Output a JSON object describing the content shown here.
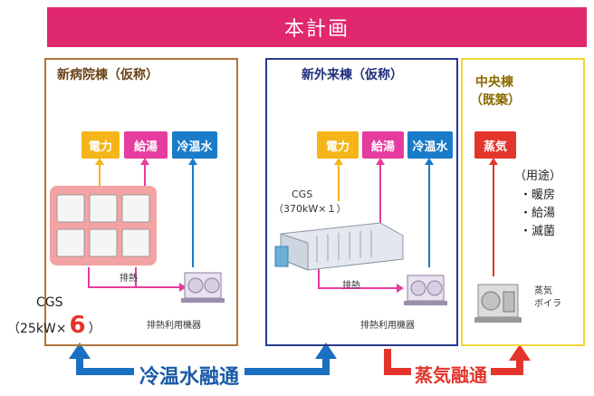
{
  "banner": {
    "title": "本計画"
  },
  "panels": {
    "new_hospital": {
      "title": "新病院棟（仮称）",
      "tags": [
        "電力",
        "給湯",
        "冷温水"
      ],
      "exhaust_label": "排熱",
      "equipment_label": "排熱利用機器",
      "cgs_prefix": "CGS",
      "cgs_spec": "（25kW×",
      "cgs_count": "6",
      "cgs_close": "）"
    },
    "new_outpatient": {
      "title": "新外来棟（仮称）",
      "tags": [
        "電力",
        "給湯",
        "冷温水"
      ],
      "cgs_label": "CGS",
      "cgs_spec": "（370kW×１）",
      "exhaust_label": "排熱",
      "equipment_label": "排熱利用機器"
    },
    "central": {
      "title_line1": "中央棟",
      "title_line2": "（既築）",
      "tag": "蒸気",
      "uses_title": "（用途）",
      "uses": [
        "・暖房",
        "・給湯",
        "・滅菌"
      ],
      "boiler_line1": "蒸気",
      "boiler_line2": "ボイラ"
    }
  },
  "bottom": {
    "water_exchange": "冷温水融通",
    "steam_exchange": "蒸気融通"
  },
  "colors": {
    "banner": "#e0286e",
    "electric": "#f5b51a",
    "hot_water": "#e63ca0",
    "cold_hot_water": "#1a7bc8",
    "steam": "#e3352c"
  }
}
